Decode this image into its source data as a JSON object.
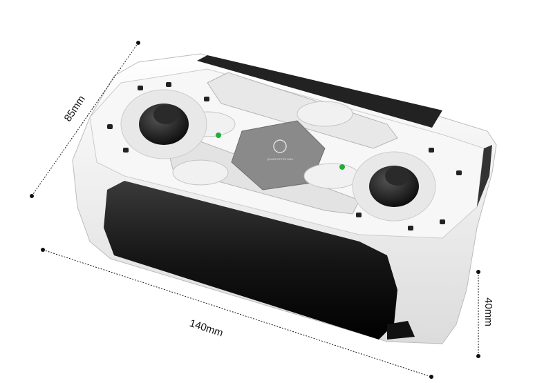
{
  "product": {
    "logo_text": "QUADCOPTER MINI"
  },
  "dimensions": {
    "width": "85mm",
    "length": "140mm",
    "height": "40mm"
  },
  "colors": {
    "body": "#f2f2f2",
    "band": "#1a1a1a",
    "led": "#1fae3a",
    "line": "#111111"
  }
}
